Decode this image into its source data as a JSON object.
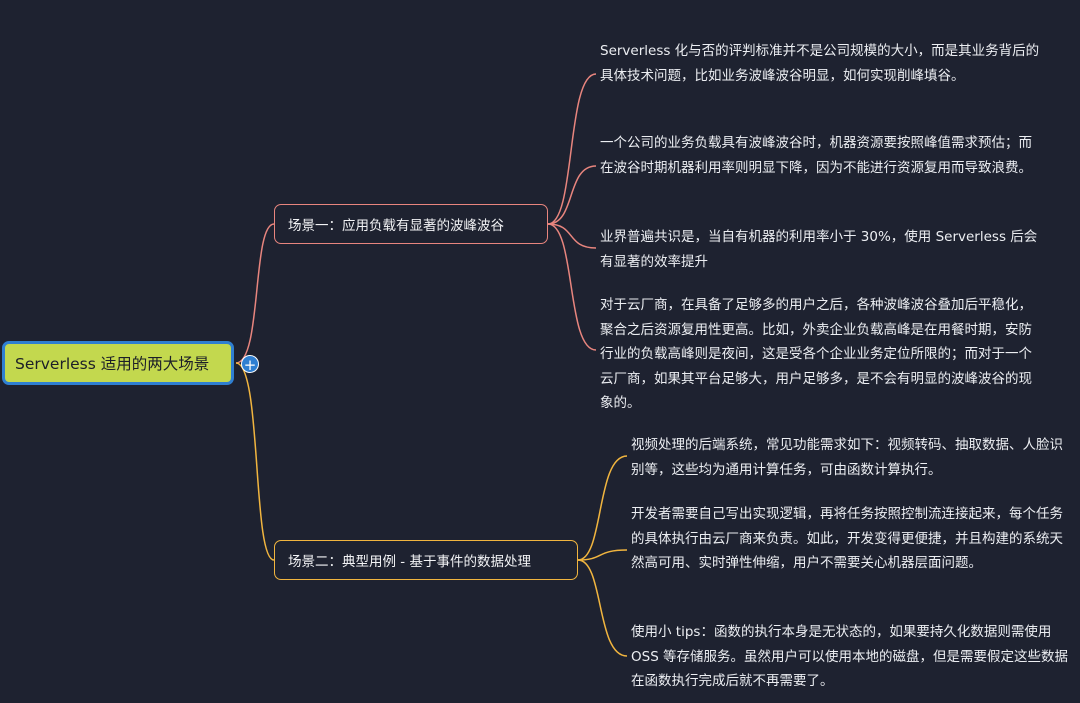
{
  "root": {
    "label": "Serverless 适用的两大场景",
    "expand_symbol": "+"
  },
  "branches": [
    {
      "label": "场景一：应用负载有显著的波峰波谷",
      "color": "#e8857e",
      "leaves": [
        "Serverless 化与否的评判标准并不是公司规模的大小，而是其业务背后的具体技术问题，比如业务波峰波谷明显，如何实现削峰填谷。",
        "一个公司的业务负载具有波峰波谷时，机器资源要按照峰值需求预估；而在波谷时期机器利用率则明显下降，因为不能进行资源复用而导致浪费。",
        "业界普遍共识是，当自有机器的利用率小于 30%，使用 Serverless 后会有显著的效率提升",
        "对于云厂商，在具备了足够多的用户之后，各种波峰波谷叠加后平稳化，聚合之后资源复用性更高。比如，外卖企业负载高峰是在用餐时期，安防行业的负载高峰则是夜间，这是受各个企业业务定位所限的；而对于一个云厂商，如果其平台足够大，用户足够多，是不会有明显的波峰波谷的现象的。"
      ]
    },
    {
      "label": "场景二：典型用例 - 基于事件的数据处理",
      "color": "#f1b53f",
      "leaves": [
        "视频处理的后端系统，常见功能需求如下：视频转码、抽取数据、人脸识别等，这些均为通用计算任务，可由函数计算执行。",
        "开发者需要自己写出实现逻辑，再将任务按照控制流连接起来，每个任务的具体执行由云厂商来负责。如此，开发变得更便捷，并且构建的系统天然高可用、实时弹性伸缩，用户不需要关心机器层面问题。",
        "使用小 tips：函数的执行本身是无状态的，如果要持久化数据则需使用 OSS 等存储服务。虽然用户可以使用本地的磁盘，但是需要假定这些数据在函数执行完成后就不再需要了。"
      ]
    }
  ],
  "colors": {
    "background": "#1e2230",
    "root_fill": "#c3d84e",
    "root_border": "#2f7fd1",
    "text": "#eceef2"
  }
}
